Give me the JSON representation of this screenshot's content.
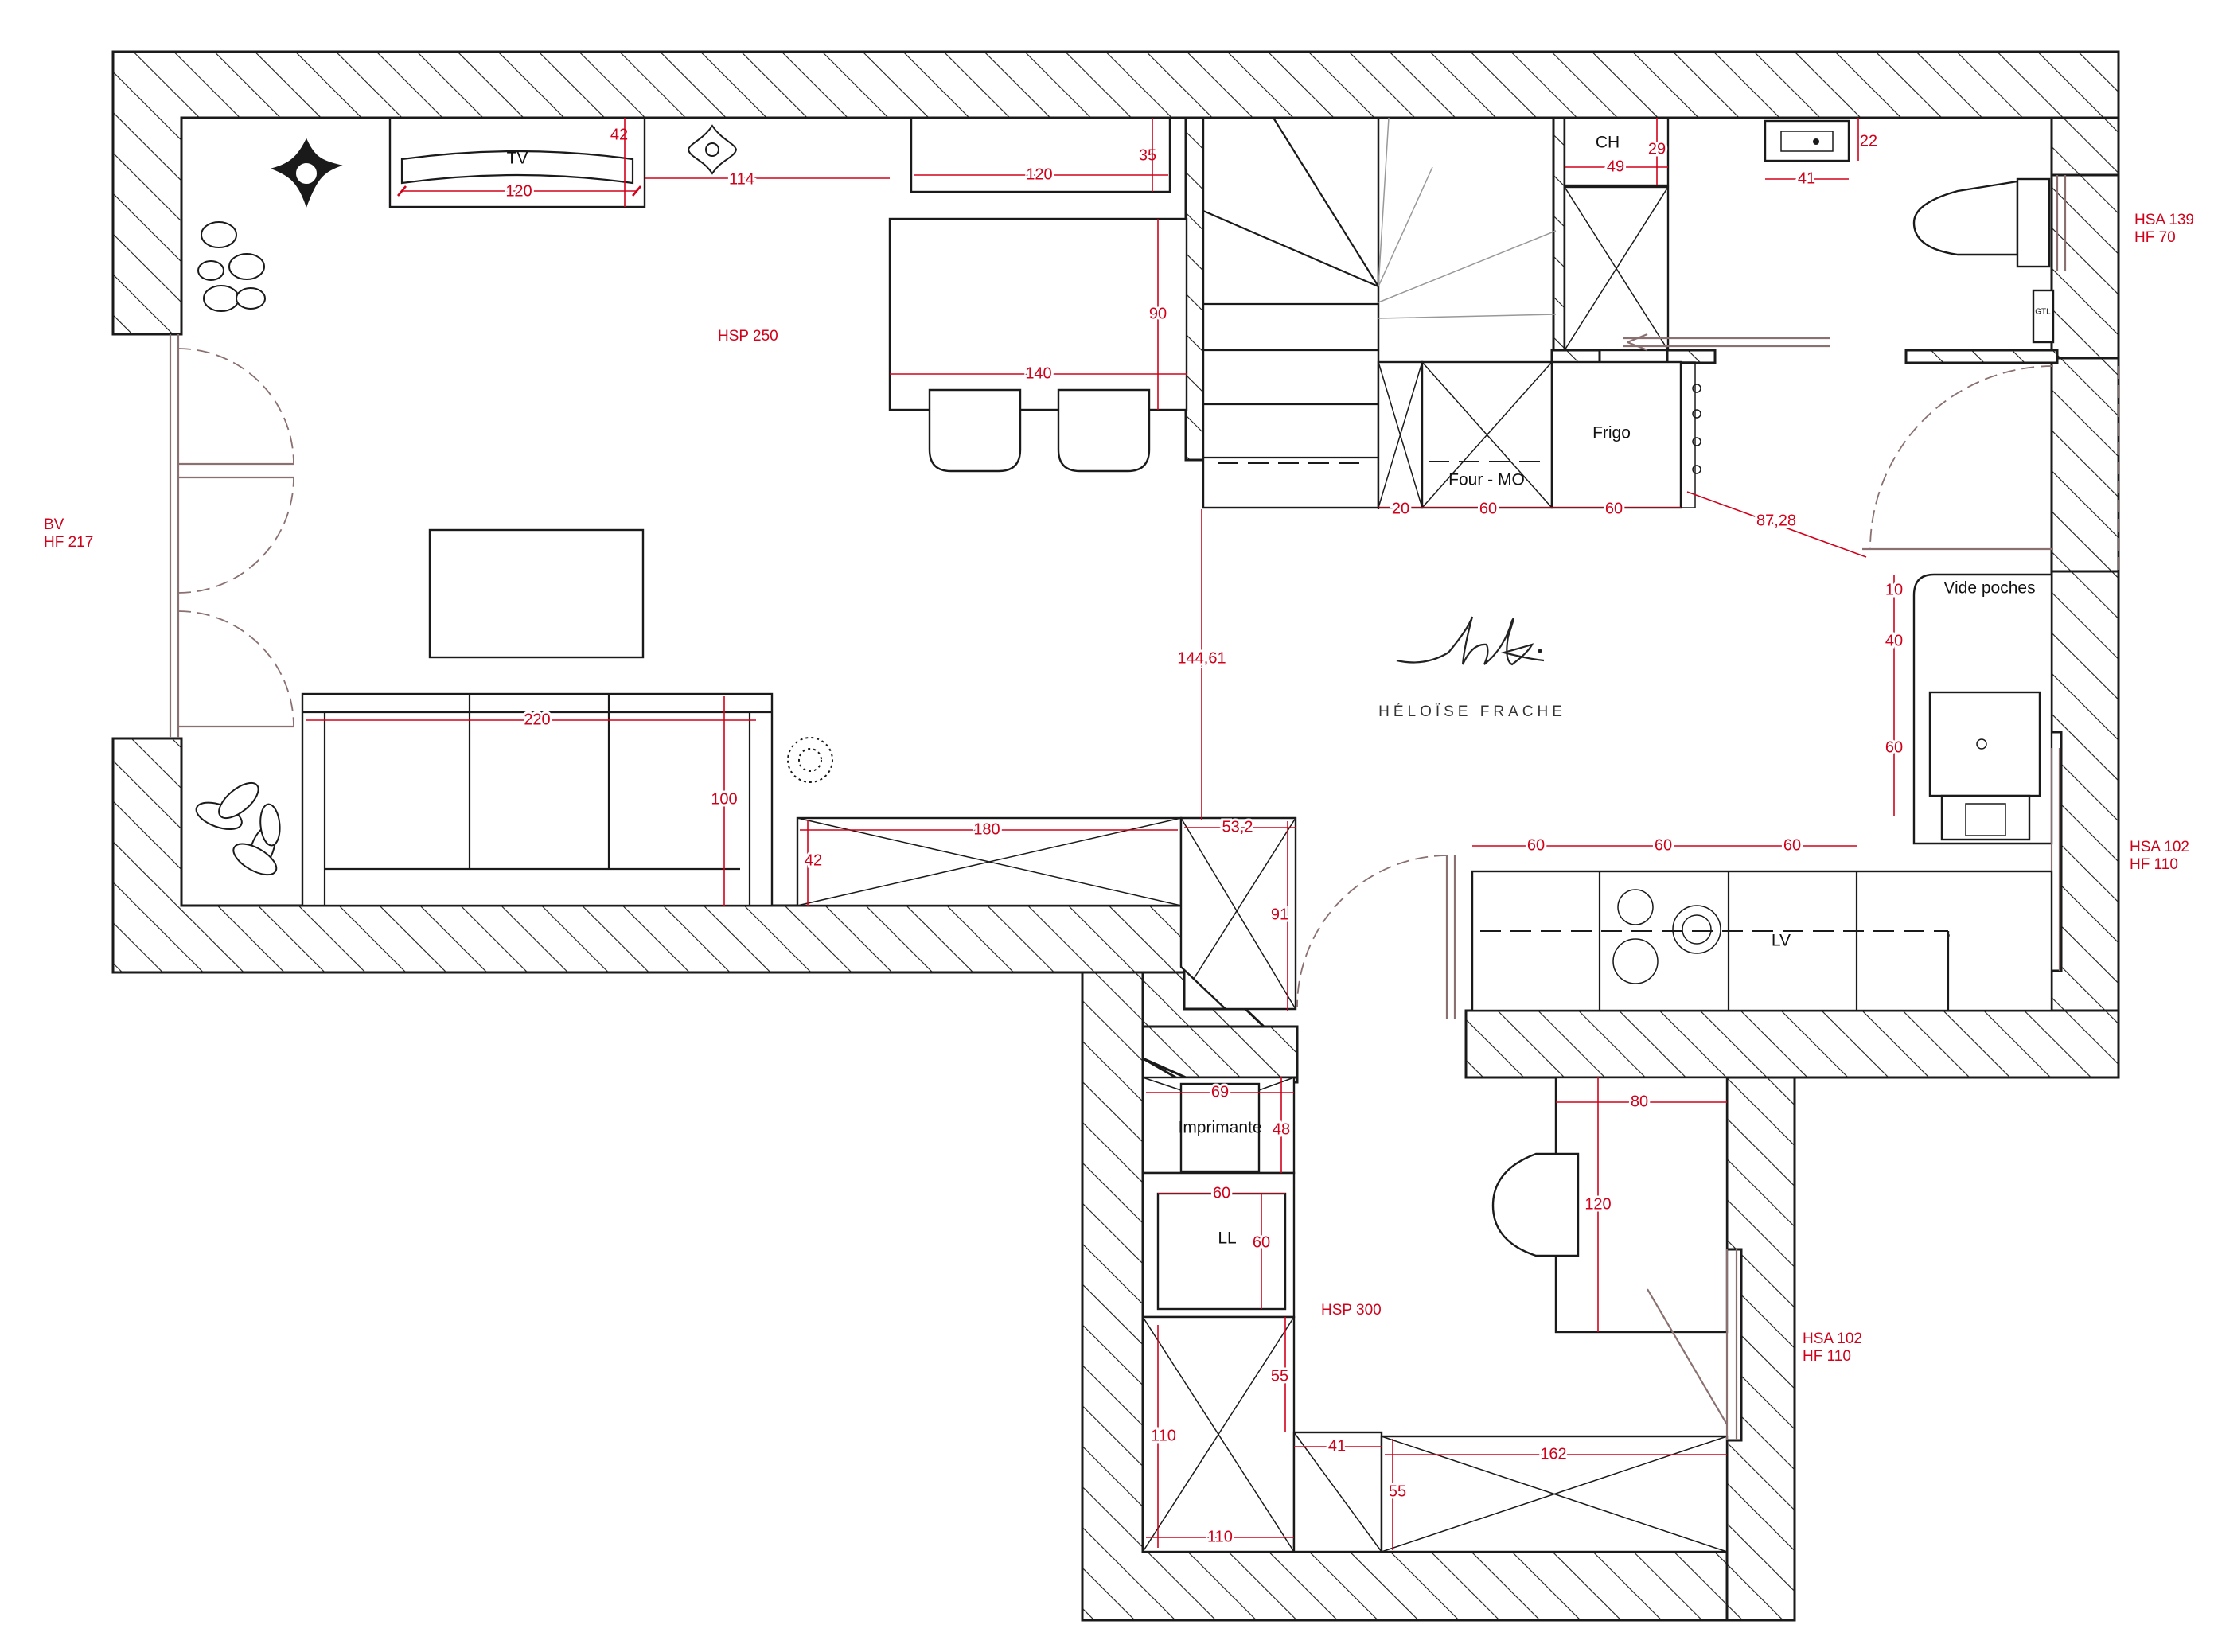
{
  "heights": {
    "living": "HSP 250",
    "office": "HSP 300"
  },
  "openings": {
    "bv_1": "BV",
    "bv_2": "HF 217",
    "wc_window_1": "HSA 139",
    "wc_window_2": "HF 70",
    "kitchen_window_1": "HSA 102",
    "kitchen_window_2": "HF 110",
    "office_window_1": "HSA 102",
    "office_window_2": "HF 110"
  },
  "labels": {
    "tv": "TV",
    "ch": "CH",
    "frigo": "Frigo",
    "four": "Four - MO",
    "vide_poches": "Vide poches",
    "lv": "LV",
    "imprimante": "Imprimante",
    "ll": "LL",
    "gtl": "GTL"
  },
  "brand": {
    "logo": "hf",
    "name": "HÉLOÏSE FRACHE"
  },
  "dimensions": {
    "tv_width": "120",
    "tv_depth": "42",
    "tv_gap": "114",
    "shelf_width": "120",
    "shelf_depth": "35",
    "table_width": "140",
    "table_depth": "90",
    "sofa_width": "220",
    "sofa_depth": "100",
    "bench_width": "180",
    "bench_depth": "42",
    "cab_width": "53,2",
    "cab_depth": "91",
    "stair_diag": "144,61",
    "ch_width": "49",
    "ch_depth": "29",
    "sink_width": "41",
    "sink_depth": "22",
    "k20": "20",
    "k60a": "60",
    "k60b": "60",
    "diag_door": "87,28",
    "vp10": "10",
    "vp40": "40",
    "vp60": "60",
    "ctr60a": "60",
    "ctr60b": "60",
    "ctr60c": "60",
    "printer_w": "69",
    "printer_d": "48",
    "ll_w": "60",
    "ll_d": "60",
    "desk_w": "80",
    "desk_d": "120",
    "st_d": "55",
    "st_w": "41",
    "cab110_h": "110",
    "cab110_w": "110",
    "wr_w": "162",
    "wr_d": "55"
  },
  "colors": {
    "dimension": "#d0021b",
    "line": "#1a1a1a",
    "door": "#8a7070"
  }
}
